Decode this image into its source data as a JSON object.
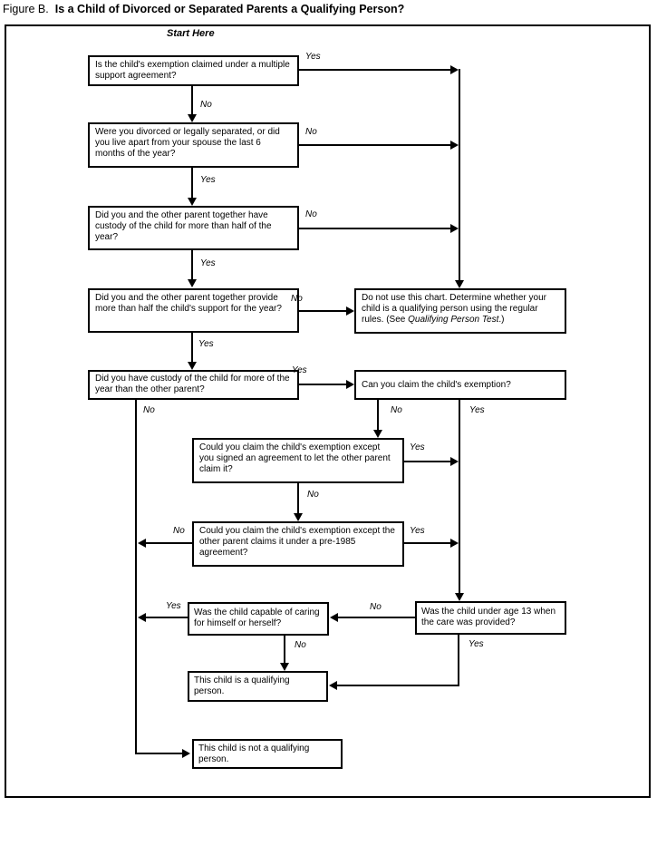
{
  "title": {
    "prefix": "Figure B.",
    "main": "Is a Child of Divorced or Separated Parents a Qualifying Person?"
  },
  "chart": {
    "start_label": "Start Here",
    "labels": {
      "yes": "Yes",
      "no": "No"
    },
    "nodes": {
      "multiple_support": "Is the child's exemption claimed under a multiple support agreement?",
      "divorced": "Were you divorced or legally separated, or did you live apart from your spouse the last 6 months of the year?",
      "custody_together": "Did you and the other parent together have custody of the child for more than half of the year?",
      "support_half": "Did you and the other parent together provide more than half the child's support for the year?",
      "custody_more": "Did you have custody of the child for more of the year than the other parent?",
      "do_not_use": {
        "pre": "Do not use this chart. Determine whether your child is a qualifying person using the regular rules. (See ",
        "italic": "Qualifying Person Test",
        "post": ".)"
      },
      "claim_exemption": "Can you claim the child's exemption?",
      "signed_agreement": "Could you claim the child's exemption except you signed an agreement to let the other parent claim it?",
      "pre1985": "Could you claim the child's exemption except the other parent claims it under a pre-1985 agreement?",
      "capable": "Was the child capable of caring for himself or herself?",
      "under_13": "Was the child under age 13 when the care was provided?",
      "qualifying": "This child is a qualifying person.",
      "not_qualifying": "This child is not a qualifying person."
    }
  }
}
